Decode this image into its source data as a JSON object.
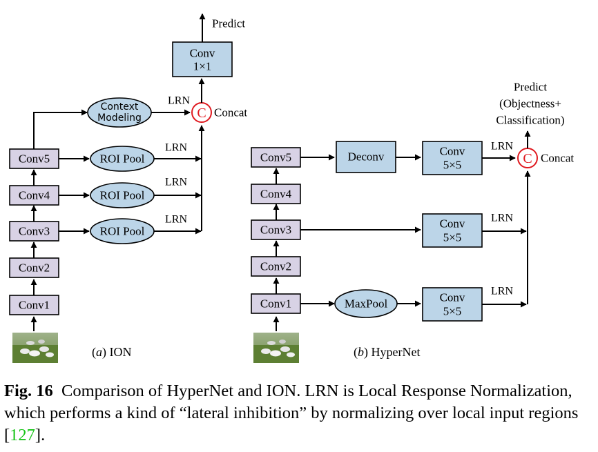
{
  "panel_a": {
    "caption_letter": "a",
    "caption_name": "ION",
    "convs": [
      "Conv1",
      "Conv2",
      "Conv3",
      "Conv4",
      "Conv5"
    ],
    "roi_pool": "ROI Pool",
    "context_line1": "Context",
    "context_line2": "Modeling",
    "lrn": "LRN",
    "concat": "Concat",
    "concat_symbol": "C",
    "conv_top_line1": "Conv",
    "conv_top_line2": "1×1",
    "predict": "Predict"
  },
  "panel_b": {
    "caption_letter": "b",
    "caption_name": "HyperNet",
    "convs": [
      "Conv1",
      "Conv2",
      "Conv3",
      "Conv4",
      "Conv5"
    ],
    "deconv": "Deconv",
    "maxpool": "MaxPool",
    "conv5x5_line1": "Conv",
    "conv5x5_line2": "5×5",
    "lrn": "LRN",
    "concat": "Concat",
    "concat_symbol": "C",
    "predict_line1": "Predict",
    "predict_line2": "(Objectness+",
    "predict_line3": "Classification)"
  },
  "caption": {
    "label": "Fig. 16",
    "text_before_ref": "Comparison of HyperNet and ION. LRN is Local Response Normalization, which performs a kind of “lateral inhibition” by normalizing over local input regions [",
    "ref": "127",
    "text_after_ref": "]."
  },
  "colors": {
    "conv_box_fill": "#d8d2e5",
    "blue_fill": "#bcd5e8",
    "concat_circle": "#e0191f",
    "reference_link": "#18c418"
  },
  "icons": {
    "input_image": "sheep-photo-thumbnail"
  }
}
